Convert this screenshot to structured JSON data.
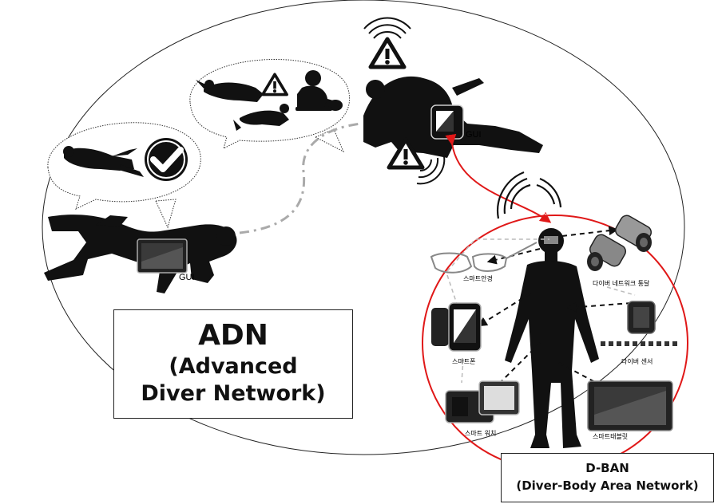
{
  "adn": {
    "title": "ADN",
    "subtitle_line1": "(Advanced",
    "subtitle_line2": "Diver Network)"
  },
  "dban": {
    "title": "D-BAN",
    "subtitle": "(Diver-Body Area  Network)",
    "ring_color": "#e01818"
  },
  "gui_labels": {
    "left_diver": "GUI",
    "top_diver": "GUI"
  },
  "devices": {
    "smart_glasses": "스마트안경",
    "smart_phone": "스마트폰",
    "smart_watch": "스마트 워치",
    "smart_tablet": "스마트태블릿",
    "network_module": "다이버 네트워크 통달",
    "diver_sensor": "다이버 센서"
  },
  "icons": {
    "check": "check-icon",
    "warning": "warning-icon",
    "cpr": "cpr-icon",
    "wireless": "wireless-signal-icon"
  },
  "colors": {
    "silhouette": "#111111",
    "link_red": "#e01818",
    "dash_gray": "#aaaaaa"
  }
}
